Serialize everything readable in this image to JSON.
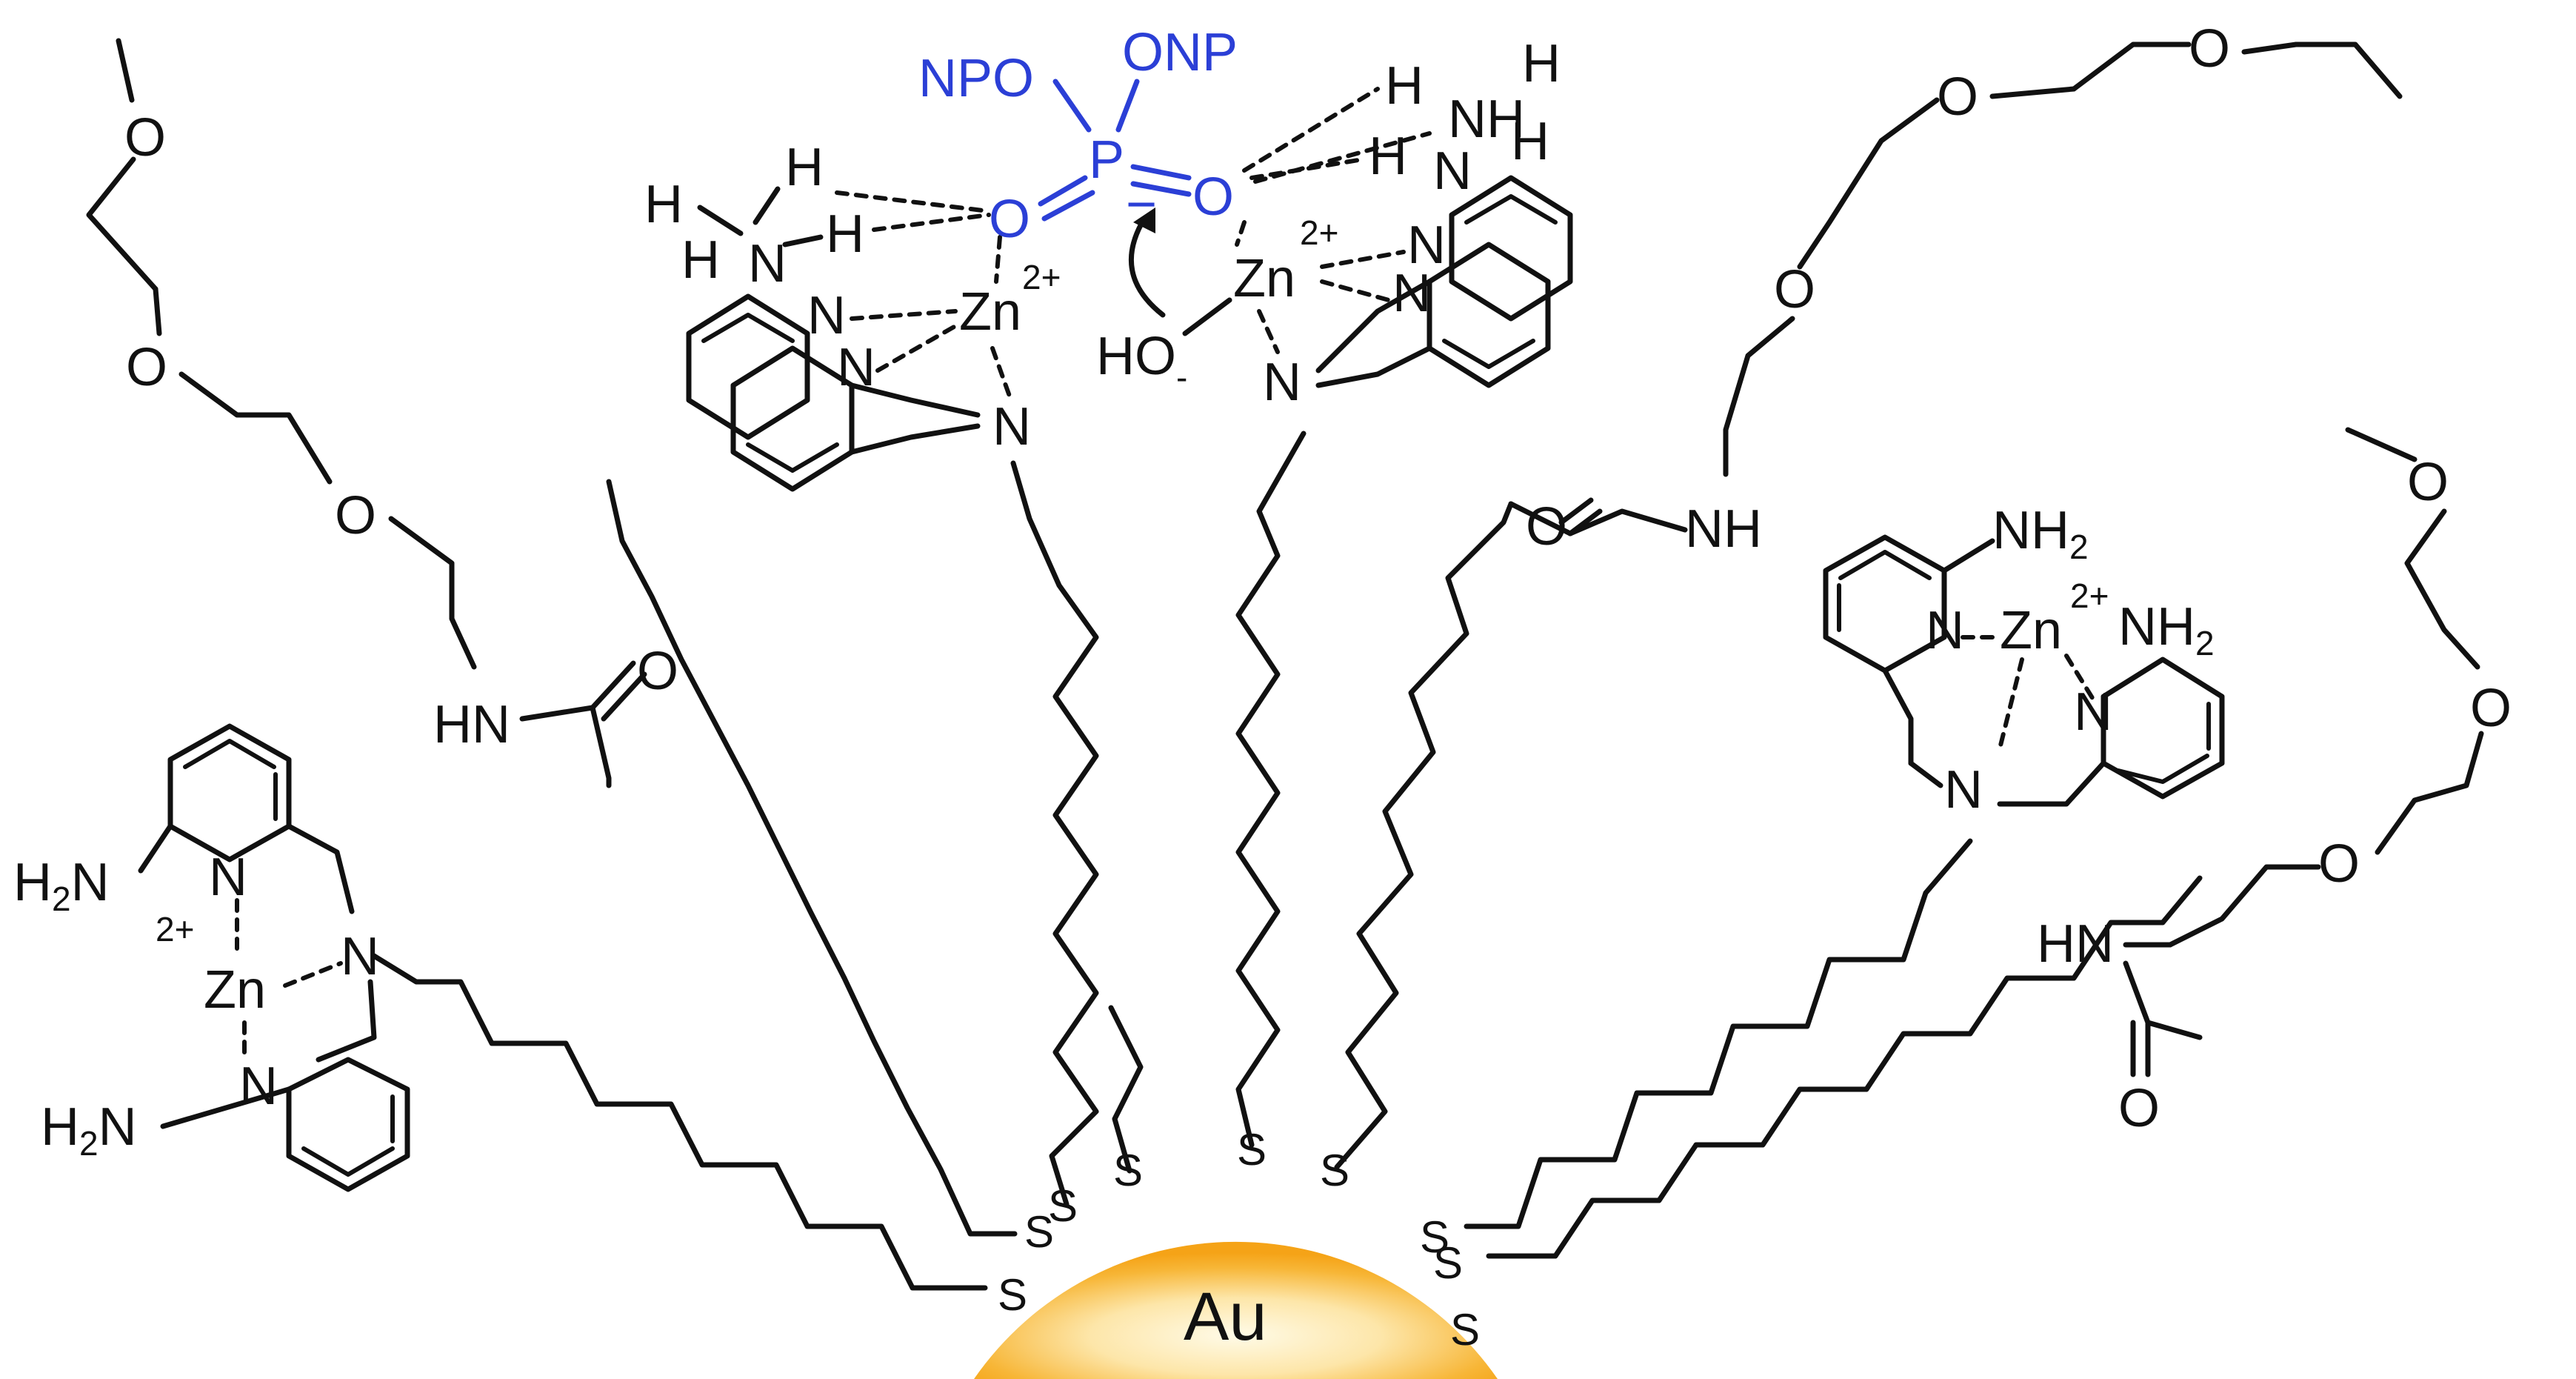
{
  "nanoparticle": {
    "label": "Au",
    "core_color": "#f5a317",
    "highlight_color": "#fffbe8"
  },
  "sulfur_label": "S",
  "phosphate": {
    "p_label": "P",
    "o_label": "O",
    "left_substituent": "NPO",
    "right_substituent": "ONP",
    "charge": "−",
    "color": "#2b3fd6"
  },
  "zinc_complex": {
    "metal": "Zn",
    "charge": "2+",
    "amine": "N",
    "pyridine_n": "N",
    "nh2": "NH",
    "nh2_sub": "2",
    "h2n_h": "H",
    "h2n_rest": "N",
    "h": "H",
    "hydroxide": "HO",
    "hydroxide_charge": "-"
  },
  "peg_chain": {
    "ether_o": "O",
    "amide_hn": "HN",
    "amide_nh": "NH",
    "carbonyl_o": "O"
  }
}
